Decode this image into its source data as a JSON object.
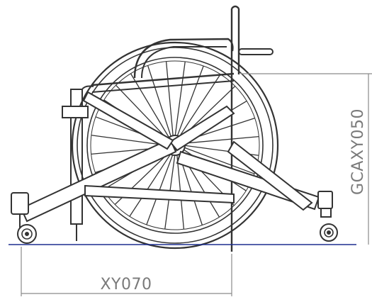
{
  "drawing": {
    "dimensions": {
      "horizontal_label": "XY070",
      "vertical_label": "GCAXY050"
    },
    "colors": {
      "frame": "#333333",
      "dimension": "#8a8a8a",
      "ground": "#1d2f8f",
      "background": "#ffffff"
    },
    "icons": {
      "wheelchair": "wheelchair-drawing"
    }
  }
}
